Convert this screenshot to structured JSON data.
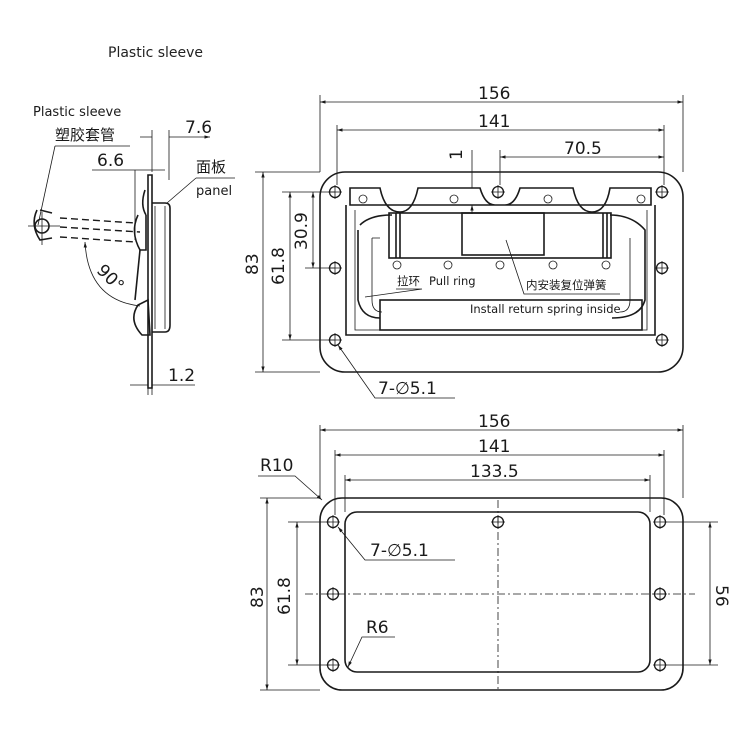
{
  "caption": "Plastic sleeve",
  "side_view": {
    "sleeve_en": "Plastic sleeve",
    "sleeve_cn": "塑胶套管",
    "panel_cn": "面板",
    "panel_en": "panel",
    "dim_7_6": "7.6",
    "dim_6_6": "6.6",
    "dim_1_2": "1.2",
    "angle": "90°"
  },
  "top_view": {
    "width_outer": "156",
    "width_holes": "141",
    "half_holes": "70.5",
    "gap": "1",
    "height_outer": "83",
    "height_holes": "61.8",
    "half_height": "30.9",
    "pull_ring_cn": "拉环",
    "pull_ring_en": "Pull ring",
    "spring_cn": "内安装复位弹簧",
    "spring_en": "Install return spring inside",
    "holes": "7-∅5.1"
  },
  "cutout_view": {
    "width_outer": "156",
    "width_holes": "141",
    "width_cutout": "133.5",
    "height_outer": "83",
    "height_holes": "61.8",
    "height_cutout": "56",
    "radius_outer": "R10",
    "radius_inner": "R6",
    "holes": "7-∅5.1"
  }
}
